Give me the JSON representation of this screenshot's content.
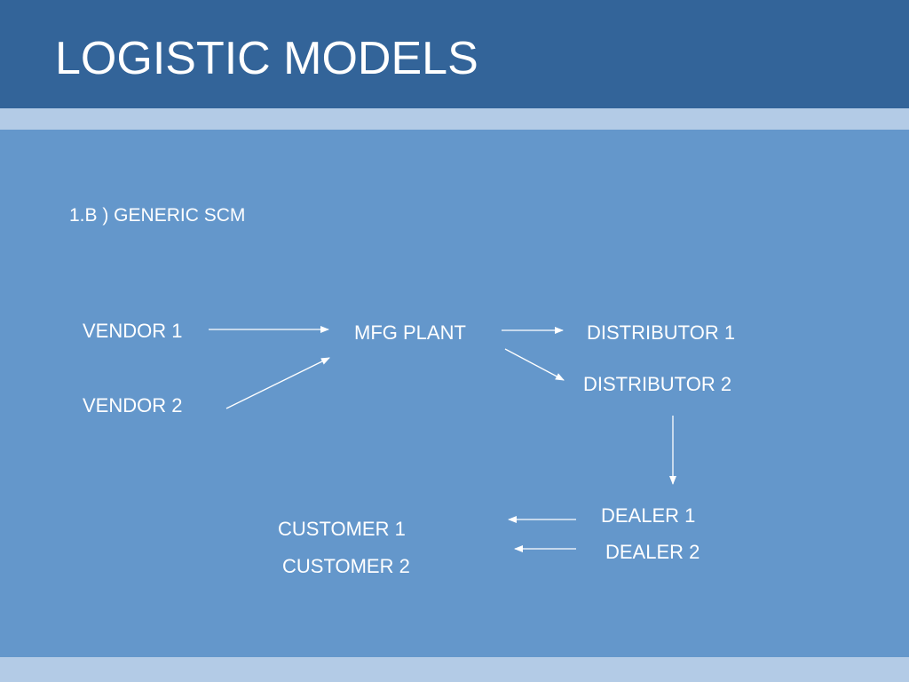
{
  "slide": {
    "title": "LOGISTIC MODELS",
    "subtitle": "1.B )  GENERIC SCM"
  },
  "diagram": {
    "nodes": {
      "vendor_1": "VENDOR 1",
      "vendor_2": "VENDOR 2",
      "mfg_plant": "MFG PLANT",
      "distributor_1": "DISTRIBUTOR 1",
      "distributor_2": "DISTRIBUTOR 2",
      "dealer_1": "DEALER 1",
      "dealer_2": "DEALER 2",
      "customer_1": "CUSTOMER 1",
      "customer_2": "CUSTOMER 2"
    },
    "edges": [
      {
        "from": "VENDOR 1",
        "to": "MFG PLANT"
      },
      {
        "from": "VENDOR 2",
        "to": "MFG PLANT"
      },
      {
        "from": "MFG PLANT",
        "to": "DISTRIBUTOR 1"
      },
      {
        "from": "MFG PLANT",
        "to": "DISTRIBUTOR 2"
      },
      {
        "from": "DISTRIBUTOR 2",
        "to": "DEALER 1"
      },
      {
        "from": "DEALER 1",
        "to": "CUSTOMER 1"
      },
      {
        "from": "DEALER 2",
        "to": "CUSTOMER 2"
      }
    ],
    "colors": {
      "title_bar": "#336499",
      "background": "#6497cb",
      "band": "#b3cbe6",
      "text": "#ffffff"
    }
  }
}
